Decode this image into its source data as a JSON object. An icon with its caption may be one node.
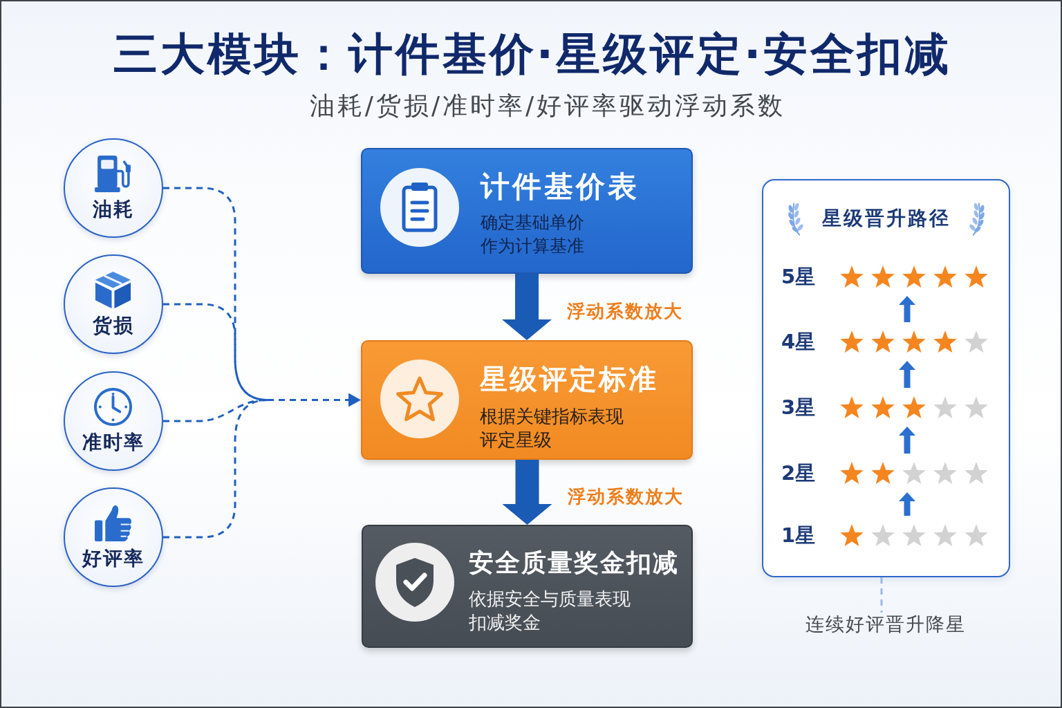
{
  "diagram": {
    "title": "三大模块：计件基价·星级评定·安全扣减",
    "nodes": [
      {
        "text": [
          "油耗"
        ]
      },
      {
        "text": [
          "货损"
        ]
      },
      {
        "text": [
          "准时率"
        ]
      },
      {
        "text": [
          "好评率"
        ]
      },
      {
        "text": [
          "计件基价表",
          "确定基础单价作为计算基准"
        ]
      },
      {
        "text": [
          "星级评定标准",
          "根据关键指标表现评定星级"
        ]
      },
      {
        "text": [
          "安全质量奖金扣减",
          "依据安全与质量表现扣减奖金"
        ]
      },
      {
        "text": [
          "星级晋升路径"
        ]
      },
      {
        "text": [
          "5星"
        ],
        "in": 7
      },
      {
        "text": [
          "4星"
        ],
        "in": 7
      },
      {
        "text": [
          "3星"
        ],
        "in": 7
      },
      {
        "text": [
          "2星"
        ],
        "in": 7
      },
      {
        "text": [
          "1星"
        ],
        "in": 7
      },
      {
        "text": [
          "连续好评晋升降星"
        ]
      }
    ],
    "edges": [
      {
        "from": 0,
        "to": 5,
        "arrow": "to",
        "style": "dashed"
      },
      {
        "from": 1,
        "to": 5,
        "arrow": "to",
        "style": "dashed"
      },
      {
        "from": 2,
        "to": 5,
        "arrow": "to",
        "style": "dashed"
      },
      {
        "from": 3,
        "to": 5,
        "arrow": "to",
        "style": "dashed"
      },
      {
        "from": 4,
        "to": 5,
        "arrow": "to",
        "label": "浮动系数放大",
        "style": "thick"
      },
      {
        "from": 5,
        "to": 6,
        "arrow": "to",
        "label": "浮动系数放大",
        "style": "thick"
      },
      {
        "from": 12,
        "to": 11,
        "arrow": "to"
      },
      {
        "from": 11,
        "to": 10,
        "arrow": "to"
      },
      {
        "from": 10,
        "to": 9,
        "arrow": "to"
      },
      {
        "from": 9,
        "to": 8,
        "arrow": "to"
      },
      {
        "from": 7,
        "to": 13,
        "arrow": "none",
        "style": "dashed",
        "color": "#9bb8e3"
      }
    ],
    "labels": [
      "油耗/货损/准时率/好评率驱动浮动系数"
    ]
  }
}
